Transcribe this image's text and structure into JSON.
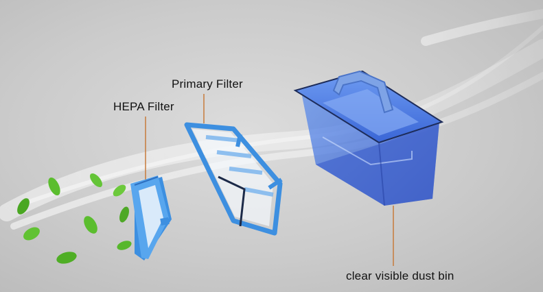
{
  "labels": {
    "hepa_filter": "HEPA Filter",
    "primary_filter": "Primary Filter",
    "dust_bin": "clear visible dust bin"
  },
  "colors": {
    "background": "#cbcbcb",
    "filter_blue": "#3d8fe0",
    "bin_blue": "#3f6ee0",
    "leader_line": "#c77a3a",
    "leaf_green": "#5bbd2e"
  },
  "icons": [
    "leaf-icon",
    "hepa-filter-illustration",
    "primary-filter-illustration",
    "dust-bin-illustration",
    "airflow-swirl"
  ]
}
